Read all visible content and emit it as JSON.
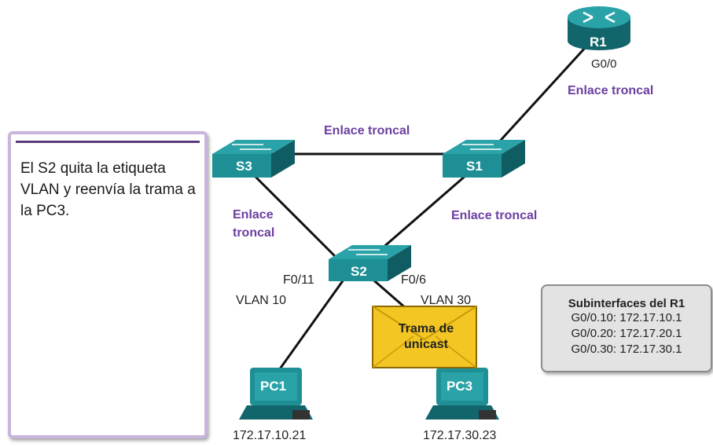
{
  "info": {
    "message": "El S2 quita la etiqueta VLAN y reenvía la trama a la PC3."
  },
  "devices": {
    "r1": {
      "name": "R1",
      "port": "G0/0"
    },
    "s1": {
      "name": "S1"
    },
    "s2": {
      "name": "S2",
      "port_left": "F0/11",
      "port_right": "F0/6"
    },
    "s3": {
      "name": "S3"
    },
    "pc1": {
      "name": "PC1",
      "ip": "172.17.10.21",
      "vlan": "VLAN 10"
    },
    "pc3": {
      "name": "PC3",
      "ip": "172.17.30.23",
      "vlan": "VLAN 30"
    }
  },
  "links": {
    "r1_s1": "Enlace troncal",
    "s3_s1": "Enlace troncal",
    "s1_s2": "Enlace troncal",
    "s3_s2_line1": "Enlace",
    "s3_s2_line2": "troncal"
  },
  "frame": {
    "line1": "Trama de",
    "line2": "unicast"
  },
  "subinterfaces": {
    "title": "Subinterfaces del R1",
    "rows": [
      "G0/0.10: 172.17.10.1",
      "G0/0.20: 172.17.20.1",
      "G0/0.30: 172.17.30.1"
    ]
  },
  "colors": {
    "device": "#1e8f95",
    "device_dark": "#12666b",
    "trunk_label": "#6b3fa0",
    "frame": "#f3c623"
  }
}
